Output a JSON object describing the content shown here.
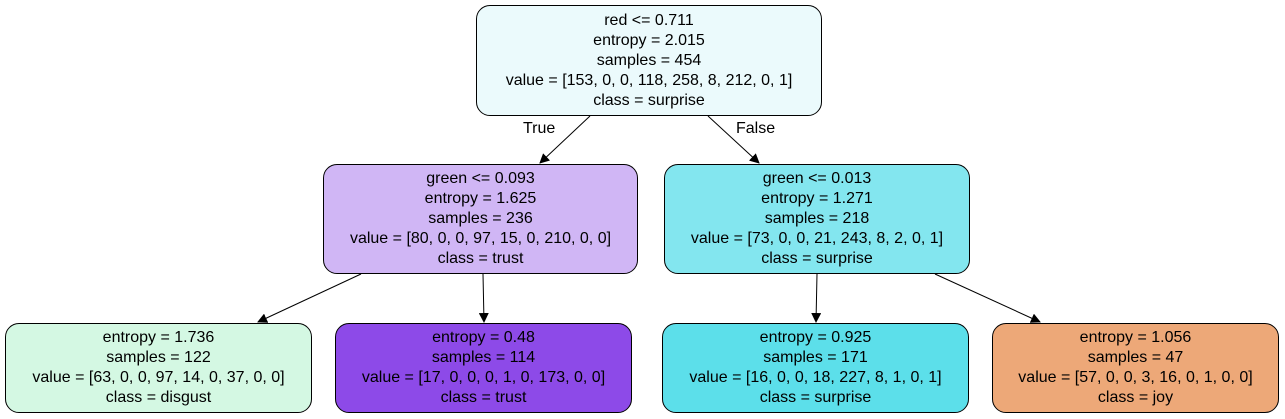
{
  "tree": {
    "root": {
      "lines": [
        "red <= 0.711",
        "entropy = 2.015",
        "samples = 454",
        "value = [153, 0, 0, 118, 258, 8, 212, 0, 1]",
        "class = surprise"
      ],
      "fill": "#ebfafc"
    },
    "left": {
      "lines": [
        "green <= 0.093",
        "entropy = 1.625",
        "samples = 236",
        "value = [80, 0, 0, 97, 15, 0, 210, 0, 0]",
        "class = trust"
      ],
      "fill": "#d0b6f5"
    },
    "right": {
      "lines": [
        "green <= 0.013",
        "entropy = 1.271",
        "samples = 218",
        "value = [73, 0, 0, 21, 243, 8, 2, 0, 1]",
        "class = surprise"
      ],
      "fill": "#83e6ef"
    },
    "left_left": {
      "lines": [
        "entropy = 1.736",
        "samples = 122",
        "value = [63, 0, 0, 97, 14, 0, 37, 0, 0]",
        "class = disgust"
      ],
      "fill": "#d4f8e3"
    },
    "left_right": {
      "lines": [
        "entropy = 0.48",
        "samples = 114",
        "value = [17, 0, 0, 0, 1, 0, 173, 0, 0]",
        "class = trust"
      ],
      "fill": "#8d4ae8"
    },
    "right_left": {
      "lines": [
        "entropy = 0.925",
        "samples = 171",
        "value = [16, 0, 0, 18, 227, 8, 1, 0, 1]",
        "class = surprise"
      ],
      "fill": "#5cdfea"
    },
    "right_right": {
      "lines": [
        "entropy = 1.056",
        "samples = 47",
        "value = [57, 0, 0, 3, 16, 0, 1, 0, 0]",
        "class = joy"
      ],
      "fill": "#eda878"
    }
  },
  "edge_labels": {
    "true": "True",
    "false": "False"
  }
}
